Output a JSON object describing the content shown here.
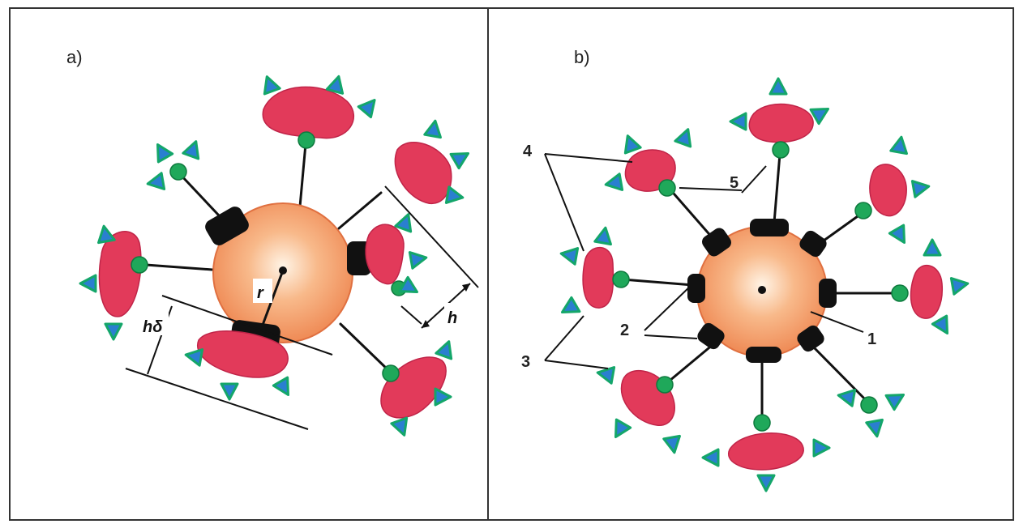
{
  "panels": [
    {
      "id": "a",
      "label": "a)",
      "dims": {
        "r": "r",
        "h": "h",
        "h_delta": "hδ"
      }
    },
    {
      "id": "b",
      "label": "b)",
      "callouts": [
        "1",
        "2",
        "3",
        "4",
        "5"
      ]
    }
  ],
  "colors": {
    "particle": "#f4a070",
    "protein_body": "#e23a5a",
    "linker_node": "#1fa85a",
    "binding_site": "#2a7fd0",
    "anchor": "#111111"
  }
}
